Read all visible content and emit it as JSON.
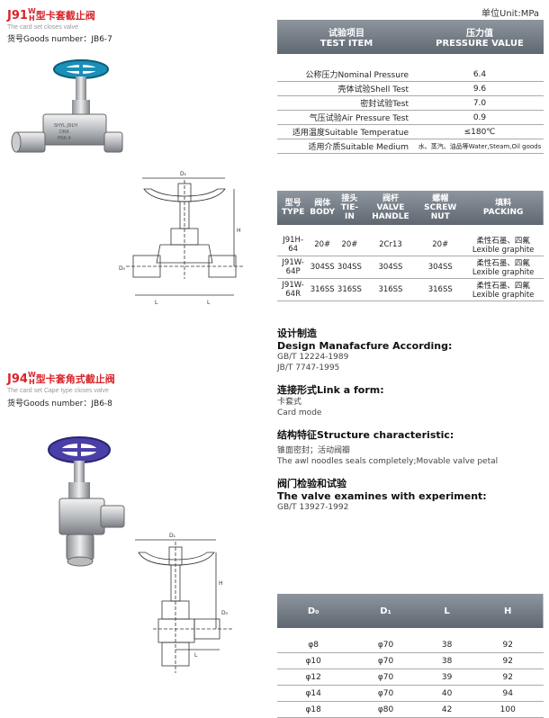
{
  "header1": {
    "title_prefix": "J91",
    "title_sup": "W",
    "title_sub": "H",
    "title_suffix": "型卡套截止阀",
    "subtitle": "The card set closes valve",
    "goods_number": "货号Goods number：JB6-7"
  },
  "header2": {
    "title_prefix": "J94",
    "title_sup": "W",
    "title_sub": "H",
    "title_suffix": "型卡套角式截止阀",
    "subtitle": "The card set Cape type closes valve",
    "goods_number": "货号Goods number：JB6-8"
  },
  "unit": "单位Unit:MPa",
  "pressure_table": {
    "col1_cn": "试验项目",
    "col1_en": "TEST ITEM",
    "col2_cn": "压力值",
    "col2_en": "PRESSURE VALUE",
    "rows": [
      {
        "label": "公称压力Nominal Pressure",
        "value": "6.4"
      },
      {
        "label": "壳体试验Shell Test",
        "value": "9.6"
      },
      {
        "label": "密封试验Test",
        "value": "7.0"
      },
      {
        "label": "气压试验Air Pressure Test",
        "value": "0.9"
      },
      {
        "label": "适用温度Suitable Temperatue",
        "value": "≤180℃"
      },
      {
        "label": "适用介质Suitable Medium",
        "value": "水、蒸汽、油品等Water,Steam,Oil goods"
      }
    ]
  },
  "material_table": {
    "headers": [
      {
        "cn": "型号",
        "en": "TYPE"
      },
      {
        "cn": "阀体",
        "en": "BODY"
      },
      {
        "cn": "接头",
        "en": "TIE-IN"
      },
      {
        "cn": "阀杆",
        "en": "VALVE HANDLE"
      },
      {
        "cn": "螺帽",
        "en": "SCREW NUT"
      },
      {
        "cn": "填料",
        "en": "PACKING"
      }
    ],
    "rows": [
      [
        "J91H-64",
        "20#",
        "20#",
        "2Cr13",
        "20#",
        "柔性石墨、四氟 Lexible graphite"
      ],
      [
        "J91W-64P",
        "304SS",
        "304SS",
        "304SS",
        "304SS",
        "柔性石墨、四氟 Lexible graphite"
      ],
      [
        "J91W-64R",
        "316SS",
        "316SS",
        "316SS",
        "316SS",
        "柔性石墨、四氟 Lexible graphite"
      ]
    ]
  },
  "info": {
    "design_cn": "设计制造",
    "design_en": "Design Manafacfure According:",
    "design_std1": "GB/T 12224-1989",
    "design_std2": "JB/T 7747-1995",
    "link_heading": "连接形式Link a form:",
    "link_cn": "卡套式",
    "link_en": "Card mode",
    "structure_heading": "结构特征Structure characteristic:",
    "structure_cn": "锥面密封；活动阀瓣",
    "structure_en": "The awl noodles seals completely;Movable valve petal",
    "exam_cn": "阀门检验和试验",
    "exam_en": "The valve examines with experiment:",
    "exam_std": "GB/T 13927-1992"
  },
  "dimension_table": {
    "headers": [
      "D₀",
      "D₁",
      "L",
      "H"
    ],
    "rows": [
      [
        "φ8",
        "φ70",
        "38",
        "92"
      ],
      [
        "φ10",
        "φ70",
        "38",
        "92"
      ],
      [
        "φ12",
        "φ70",
        "39",
        "92"
      ],
      [
        "φ14",
        "φ70",
        "40",
        "94"
      ],
      [
        "φ18",
        "φ80",
        "42",
        "100"
      ]
    ]
  },
  "drawing_labels": {
    "d1": "D₁",
    "d0": "D₀",
    "h": "H",
    "l": "L"
  },
  "valve_marking": {
    "line1": "SHYL J91H",
    "line2": "DN6",
    "line3": "PN6.4"
  },
  "colors": {
    "title_red": "#d8232a",
    "header_gray": "#6b737c",
    "handwheel_blue": "#1a8fb8",
    "handwheel_purple": "#4a3fa8"
  }
}
